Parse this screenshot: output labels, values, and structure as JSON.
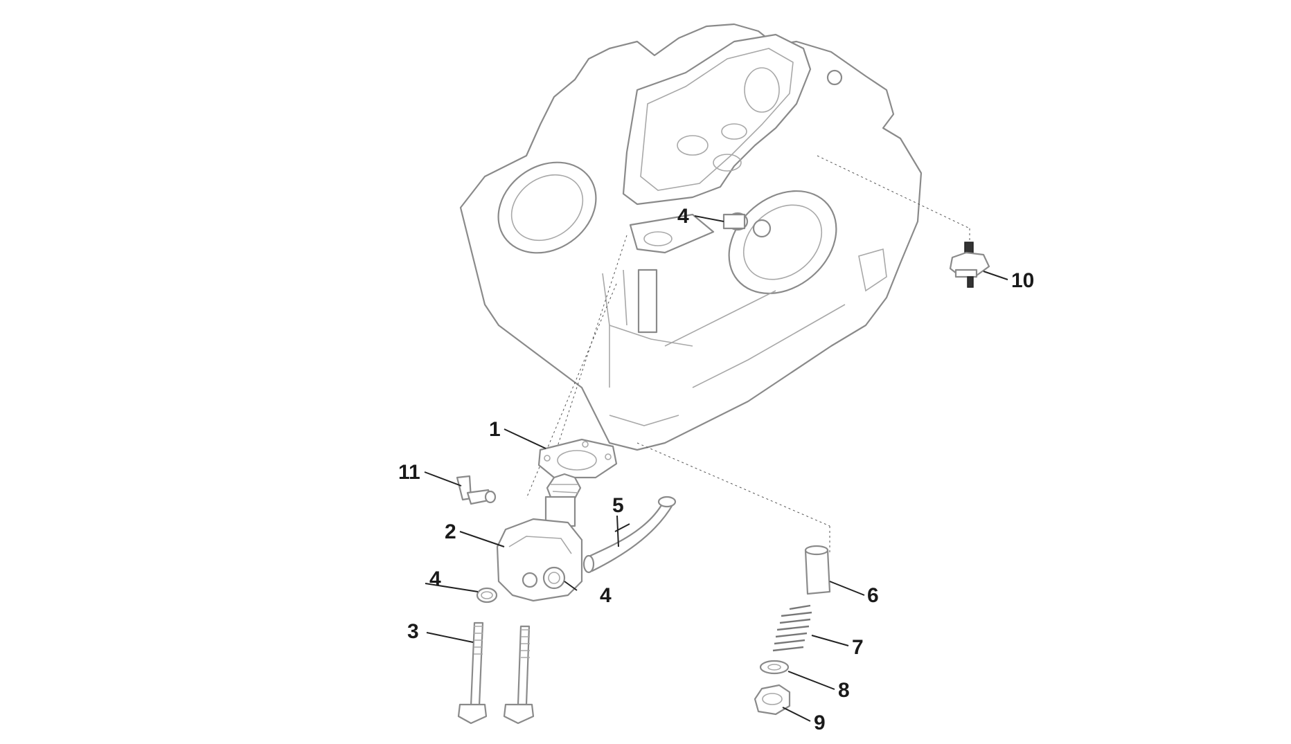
{
  "callouts": {
    "c1": "1",
    "c2": "2",
    "c3": "3",
    "c4a": "4",
    "c4b": "4",
    "c4c": "4",
    "c5": "5",
    "c6": "6",
    "c7": "7",
    "c8": "8",
    "c9": "9",
    "c10": "10",
    "c11": "11"
  },
  "colors": {
    "outline": "#8a8a8a",
    "label": "#1a1a1a",
    "background": "#ffffff"
  }
}
